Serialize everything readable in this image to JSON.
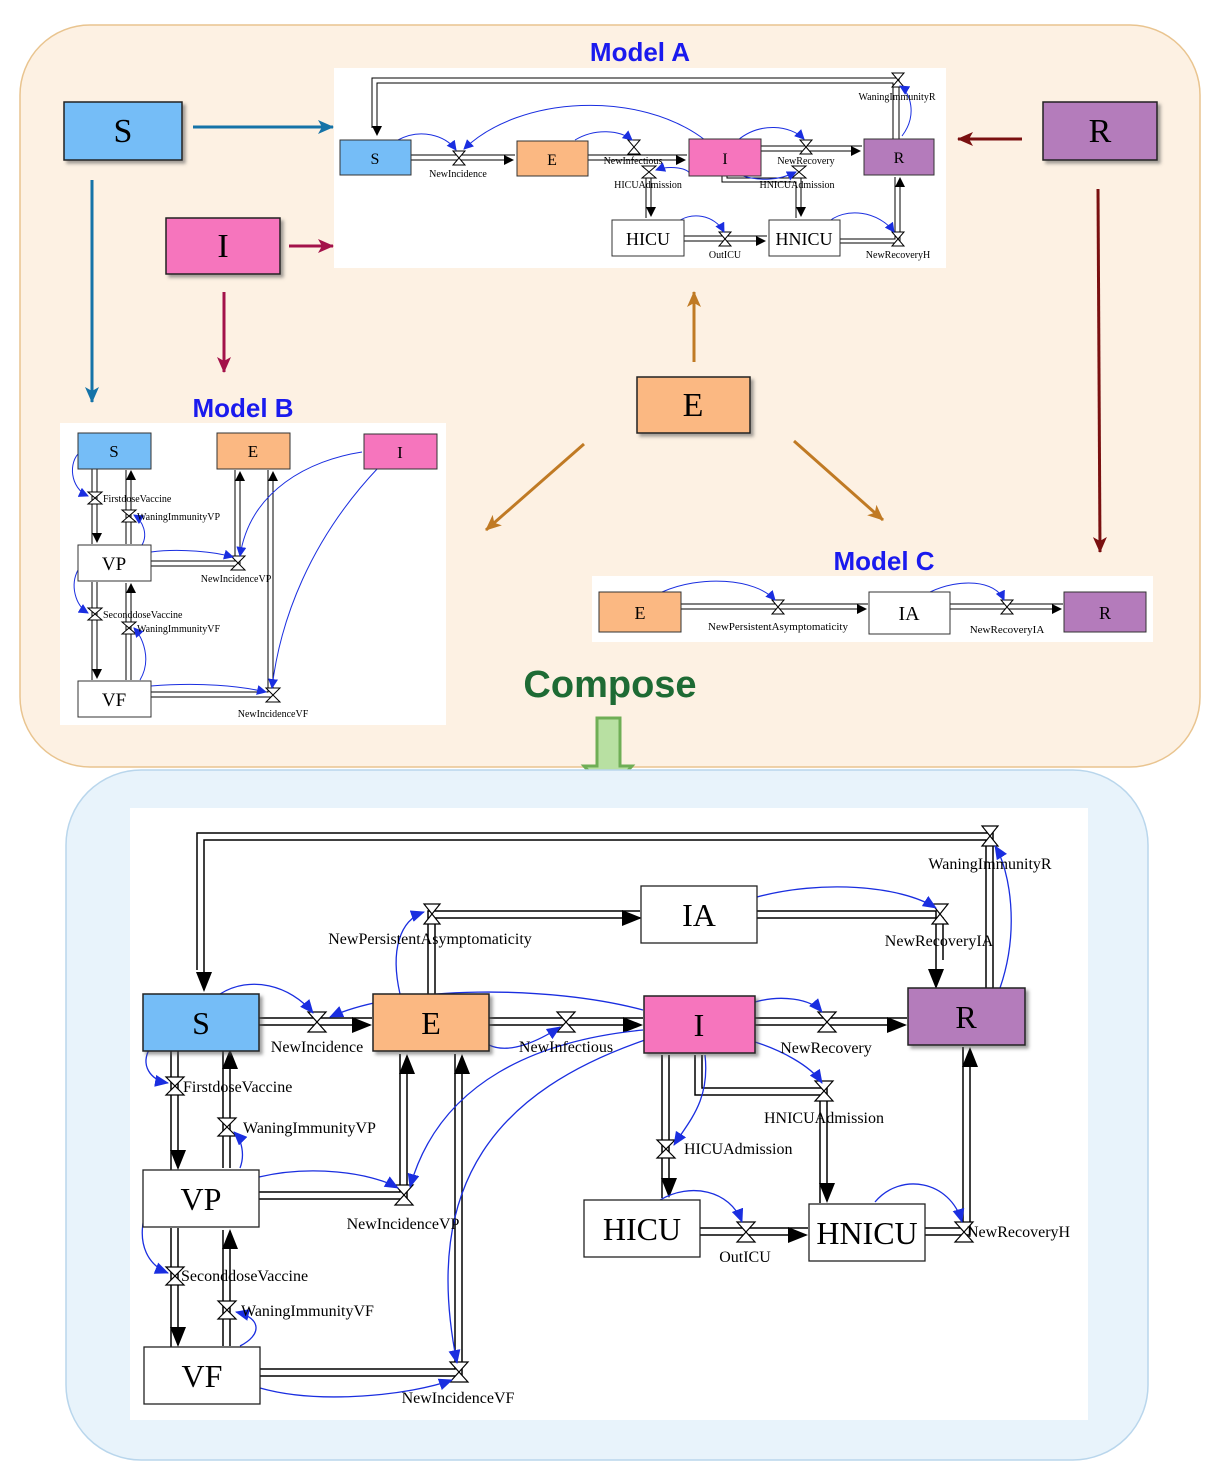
{
  "titles": {
    "model_a": "Model A",
    "model_b": "Model B",
    "model_c": "Model C",
    "compose": "Compose"
  },
  "colors": {
    "top_panel_bg": "#fdf1e3",
    "top_panel_border": "#e9c48f",
    "bottom_panel_bg": "#e8f3fb",
    "bottom_panel_border": "#b9d6ec",
    "title_blue": "#1a1aee",
    "compose_green": "#1e6b34",
    "S": "#75bdf7",
    "E": "#fbb882",
    "I": "#f675bd",
    "R": "#b47bbb",
    "arrow_S": "#1573a8",
    "arrow_I": "#a3124a",
    "arrow_E": "#c07a24",
    "arrow_R": "#7a1010",
    "influence": "#1a2ee0"
  },
  "source_stocks": {
    "S": "S",
    "I": "I",
    "E": "E",
    "R": "R"
  },
  "model_a": {
    "stocks": {
      "S": "S",
      "E": "E",
      "I": "I",
      "R": "R",
      "HICU": "HICU",
      "HNICU": "HNICU"
    },
    "flows": {
      "new_incidence": "NewIncidence",
      "new_infectious": "NewInfectious",
      "new_recovery": "NewRecovery",
      "waning_immunity_r": "WaningImmunityR",
      "hicu_admission": "HICUAdmission",
      "hnicu_admission": "HNICUAdmission",
      "out_icu": "OutICU",
      "new_recovery_h": "NewRecoveryH"
    }
  },
  "model_b": {
    "stocks": {
      "S": "S",
      "E": "E",
      "I": "I",
      "VP": "VP",
      "VF": "VF"
    },
    "flows": {
      "firstdose": "FirstdoseVaccine",
      "waning_vp": "WaningImmunityVP",
      "new_incidence_vp": "NewIncidenceVP",
      "seconddose": "SeconddoseVaccine",
      "waning_vf": "WaningImmunityVF",
      "new_incidence_vf": "NewIncidenceVF"
    }
  },
  "model_c": {
    "stocks": {
      "E": "E",
      "IA": "IA",
      "R": "R"
    },
    "flows": {
      "new_persistent": "NewPersistentAsymptomaticity",
      "new_recovery_ia": "NewRecoveryIA"
    }
  },
  "composed": {
    "stocks": {
      "S": "S",
      "E": "E",
      "I": "I",
      "R": "R",
      "IA": "IA",
      "VP": "VP",
      "VF": "VF",
      "HICU": "HICU",
      "HNICU": "HNICU"
    },
    "flows": {
      "waning_immunity_r": "WaningImmunityR",
      "new_persistent": "NewPersistentAsymptomaticity",
      "new_recovery_ia": "NewRecoveryIA",
      "new_incidence": "NewIncidence",
      "new_infectious": "NewInfectious",
      "new_recovery": "NewRecovery",
      "hnicu_admission": "HNICUAdmission",
      "hicu_admission": "HICUAdmission",
      "firstdose": "FirstdoseVaccine",
      "waning_vp": "WaningImmunityVP",
      "new_incidence_vp": "NewIncidenceVP",
      "seconddose": "SeconddoseVaccine",
      "waning_vf": "WaningImmunityVF",
      "new_incidence_vf": "NewIncidenceVF",
      "out_icu": "OutICU",
      "new_recovery_h": "NewRecoveryH"
    }
  }
}
